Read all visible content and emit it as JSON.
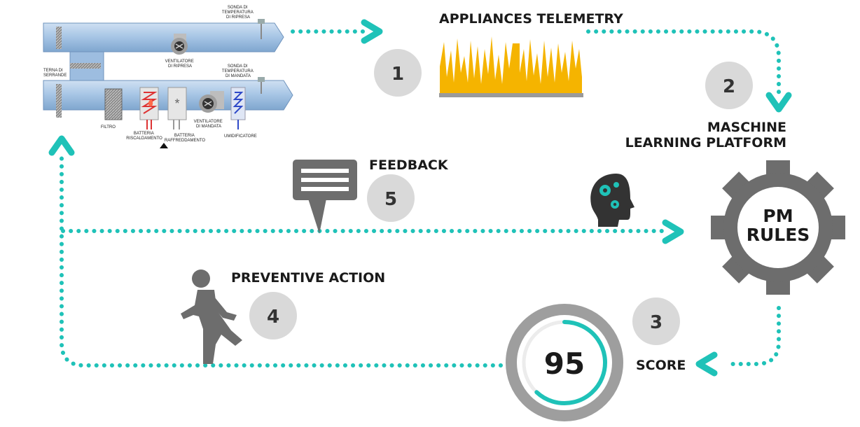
{
  "steps": [
    {
      "number": "1",
      "label": "APPLIANCES TELEMETRY"
    },
    {
      "number": "2",
      "label_line1": "MASCHINE",
      "label_line2": "LEARNING PLATFORM"
    },
    {
      "number": "3",
      "label": "SCORE"
    },
    {
      "number": "4",
      "label": "PREVENTIVE ACTION"
    },
    {
      "number": "5",
      "label": "FEEDBACK"
    }
  ],
  "gear": {
    "line1": "PM",
    "line2": "RULES"
  },
  "score": {
    "value": "95",
    "fraction": 0.62
  },
  "hvac": {
    "sonda_ripresa": [
      "SONDA DI",
      "TEMPERATURA",
      "DI RIPRESA"
    ],
    "sonda_mandata": [
      "SONDA DI",
      "TEMPERATURA",
      "DI MANDATA"
    ],
    "ventilatore_ripresa": [
      "VENTILATORE",
      "DI RIPRESA"
    ],
    "ventilatore_mandata": [
      "VENTILATORE",
      "DI MANDATA"
    ],
    "terna": [
      "TERNA DI",
      "SERRANDE"
    ],
    "filtro": "FILTRO",
    "batteria_riscaldamento": [
      "BATTERIA",
      "RISCALDAMENTO"
    ],
    "batteria_raffreddamento": [
      "BATTERIA",
      "RAFFREDDAMENTO"
    ],
    "umidificatore": "UMIDIFICATORE"
  },
  "colors": {
    "accent": "#1fc2b8",
    "telemetry": "#f5b400",
    "gear": "#6d6d6d",
    "badge": "#d9d9d9"
  }
}
